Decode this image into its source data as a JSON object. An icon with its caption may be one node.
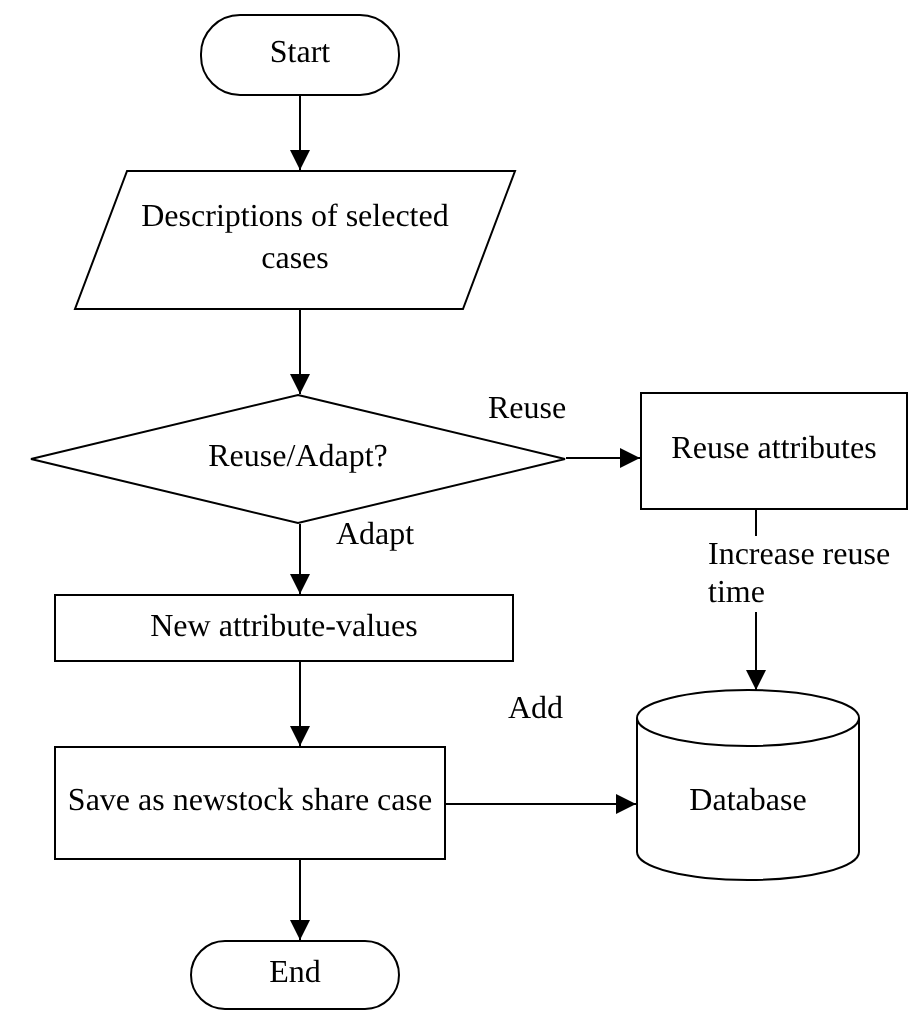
{
  "diagram": {
    "nodes": [
      {
        "text": [
          "Start"
        ]
      },
      {
        "text": [
          "Descriptions of selected cases"
        ]
      },
      {
        "text": [
          "Reuse/Adapt?"
        ]
      },
      {
        "text": [
          "Reuse attributes"
        ]
      },
      {
        "text": [
          "New attribute-values"
        ]
      },
      {
        "text": [
          "Save as newstock share case"
        ]
      },
      {
        "text": [
          "Database"
        ]
      },
      {
        "text": [
          "End"
        ]
      }
    ],
    "edges": [
      {
        "from": 0,
        "to": 1,
        "arrow": "to"
      },
      {
        "from": 1,
        "to": 2,
        "arrow": "to"
      },
      {
        "from": 2,
        "to": 3,
        "arrow": "to",
        "label": "Reuse"
      },
      {
        "from": 2,
        "to": 4,
        "arrow": "to",
        "label": "Adapt"
      },
      {
        "from": 3,
        "to": 6,
        "arrow": "to",
        "label": "Increase reuse time"
      },
      {
        "from": 4,
        "to": 5,
        "arrow": "to"
      },
      {
        "from": 5,
        "to": 6,
        "arrow": "to",
        "label": "Add"
      },
      {
        "from": 5,
        "to": 7,
        "arrow": "to"
      }
    ]
  }
}
